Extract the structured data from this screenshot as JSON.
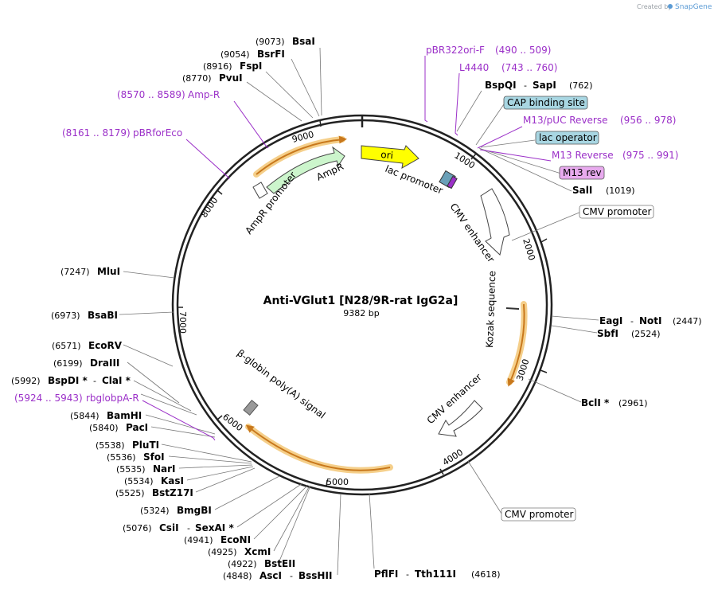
{
  "credit": {
    "text": "Created by",
    "brand": "SnapGene"
  },
  "plasmid": {
    "name": "Anti-VGlut1 [N28/9R-rat IgG2a]",
    "size_label": "9382 bp"
  },
  "ruler": [
    "1000",
    "2000",
    "3000",
    "4000",
    "5000",
    "6000",
    "7000",
    "8000",
    "9000"
  ],
  "sites": {
    "bsai": {
      "pos": "(9073)",
      "name": "BsaI"
    },
    "bsrfi": {
      "pos": "(9054)",
      "name": "BsrFI"
    },
    "fspi": {
      "pos": "(8916)",
      "name": "FspI"
    },
    "pvui": {
      "pos": "(8770)",
      "name": "PvuI"
    },
    "bspqi": {
      "name": "BspQI",
      "sep": "-",
      "name2": "SapI",
      "pos": "(762)"
    },
    "sali": {
      "name": "SalI",
      "pos": "(1019)"
    },
    "mlui": {
      "pos": "(7247)",
      "name": "MluI"
    },
    "bsabi": {
      "pos": "(6973)",
      "name": "BsaBI"
    },
    "ecorv": {
      "pos": "(6571)",
      "name": "EcoRV"
    },
    "draiii": {
      "pos": "(6199)",
      "name": "DraIII"
    },
    "bspdi": {
      "pos": "(5992)",
      "name": "BspDI *",
      "sep": "-",
      "name2": "ClaI *"
    },
    "bamhi": {
      "pos": "(5844)",
      "name": "BamHI"
    },
    "paci": {
      "pos": "(5840)",
      "name": "PacI"
    },
    "pluti": {
      "pos": "(5538)",
      "name": "PluTI"
    },
    "sfoi": {
      "pos": "(5536)",
      "name": "SfoI"
    },
    "nari": {
      "pos": "(5535)",
      "name": "NarI"
    },
    "kasi": {
      "pos": "(5534)",
      "name": "KasI"
    },
    "bstz17i": {
      "pos": "(5525)",
      "name": "BstZ17I"
    },
    "bmgbi": {
      "pos": "(5324)",
      "name": "BmgBI"
    },
    "csii": {
      "pos": "(5076)",
      "name": "CsiI",
      "sep": "-",
      "name2": "SexAI *"
    },
    "econi": {
      "pos": "(4941)",
      "name": "EcoNI"
    },
    "xcmi": {
      "pos": "(4925)",
      "name": "XcmI"
    },
    "bsteii": {
      "pos": "(4922)",
      "name": "BstEII"
    },
    "asci": {
      "pos": "(4848)",
      "name": "AscI",
      "sep": "-",
      "name2": "BssHII"
    },
    "pflfi": {
      "name": "PflFI",
      "sep": "-",
      "name2": "Tth111I",
      "pos": "(4618)"
    },
    "eagi": {
      "name": "EagI",
      "sep": "-",
      "name2": "NotI",
      "pos": "(2447)"
    },
    "sbfi": {
      "name": "SbfI",
      "pos": "(2524)"
    },
    "bcli": {
      "name": "BclI *",
      "pos": "(2961)"
    }
  },
  "primers": {
    "pbr322ori": {
      "name": "pBR322ori-F",
      "range": "(490 .. 509)"
    },
    "l4440": {
      "name": "L4440",
      "range": "(743 .. 760)"
    },
    "m13puc": {
      "name": "M13/pUC Reverse",
      "range": "(956 .. 978)"
    },
    "m13rev": {
      "name": "M13 Reverse",
      "range": "(975 .. 991)"
    },
    "ampr": {
      "range": "(8570 .. 8589)",
      "name": "Amp-R"
    },
    "pbrforeco": {
      "range": "(8161 .. 8179)",
      "name": "pBRforEco"
    },
    "rbglob": {
      "range": "(5924 .. 5943)",
      "name": "rbglobpA-R"
    }
  },
  "boxed_features": {
    "cap": "CAP binding site",
    "lacop": "lac operator",
    "m13rev": "M13 rev",
    "cmv_top": "CMV promoter",
    "cmv_bottom": "CMV promoter"
  },
  "arc_features": {
    "ori": "ori",
    "ampr": "AmpR",
    "ampr_promoter": "AmpR promoter",
    "lac_promoter": "lac promoter",
    "cmv_enh_1": "CMV enhancer",
    "kozak": "Kozak sequence",
    "cmv_enh_2": "CMV enhancer",
    "bglobin": "β-globin poly(A) signal"
  },
  "colors": {
    "primer": "#9b30c8",
    "ori": "#ffff00",
    "ampr": "#ccf5cc",
    "cap_box": "#a8d6e2",
    "m13_box": "#e8aaee",
    "orf_halo": "#f5cf8a",
    "orf_line": "#c8781c",
    "backbone": "#222222"
  }
}
